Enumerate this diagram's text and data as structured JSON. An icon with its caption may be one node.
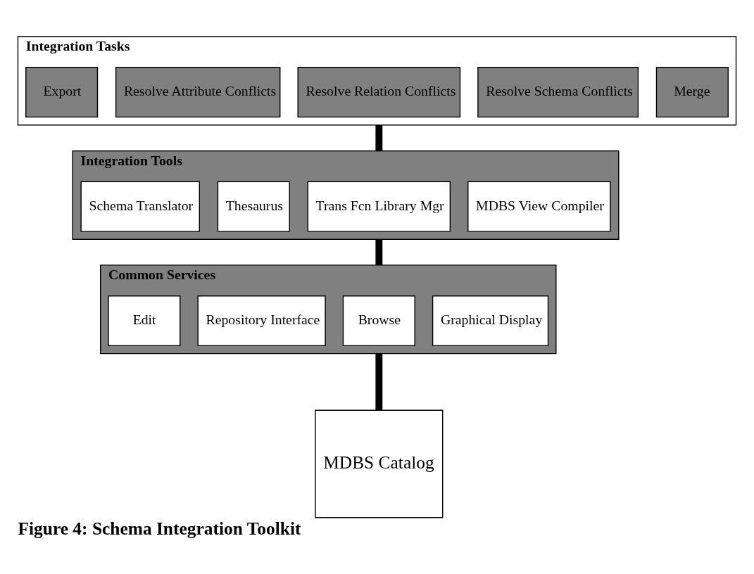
{
  "diagram": {
    "caption": "Figure 4: Schema Integration Toolkit",
    "nodes": [
      {
        "text": [
          "Integration Tasks"
        ]
      },
      {
        "text": [
          "Export"
        ],
        "in": 0
      },
      {
        "text": [
          "Resolve Attribute Conflicts"
        ],
        "in": 0
      },
      {
        "text": [
          "Resolve Relation Conflicts"
        ],
        "in": 0
      },
      {
        "text": [
          "Resolve Schema Conflicts"
        ],
        "in": 0
      },
      {
        "text": [
          "Merge"
        ],
        "in": 0
      },
      {
        "text": [
          "Integration Tools"
        ]
      },
      {
        "text": [
          "Schema Translator"
        ],
        "in": 6
      },
      {
        "text": [
          "Thesaurus"
        ],
        "in": 6
      },
      {
        "text": [
          "Trans Fcn Library Mgr"
        ],
        "in": 6
      },
      {
        "text": [
          "MDBS View Compiler"
        ],
        "in": 6
      },
      {
        "text": [
          "Common Services"
        ]
      },
      {
        "text": [
          "Edit"
        ],
        "in": 11
      },
      {
        "text": [
          "Repository Interface"
        ],
        "in": 11
      },
      {
        "text": [
          "Browse"
        ],
        "in": 11
      },
      {
        "text": [
          "Graphical Display"
        ],
        "in": 11
      },
      {
        "text": [
          "MDBS Catalog"
        ]
      }
    ],
    "edges": [
      {
        "from": 0,
        "to": 6,
        "arrow": "none"
      },
      {
        "from": 6,
        "to": 11,
        "arrow": "none"
      },
      {
        "from": 11,
        "to": 16,
        "arrow": "none"
      }
    ]
  }
}
